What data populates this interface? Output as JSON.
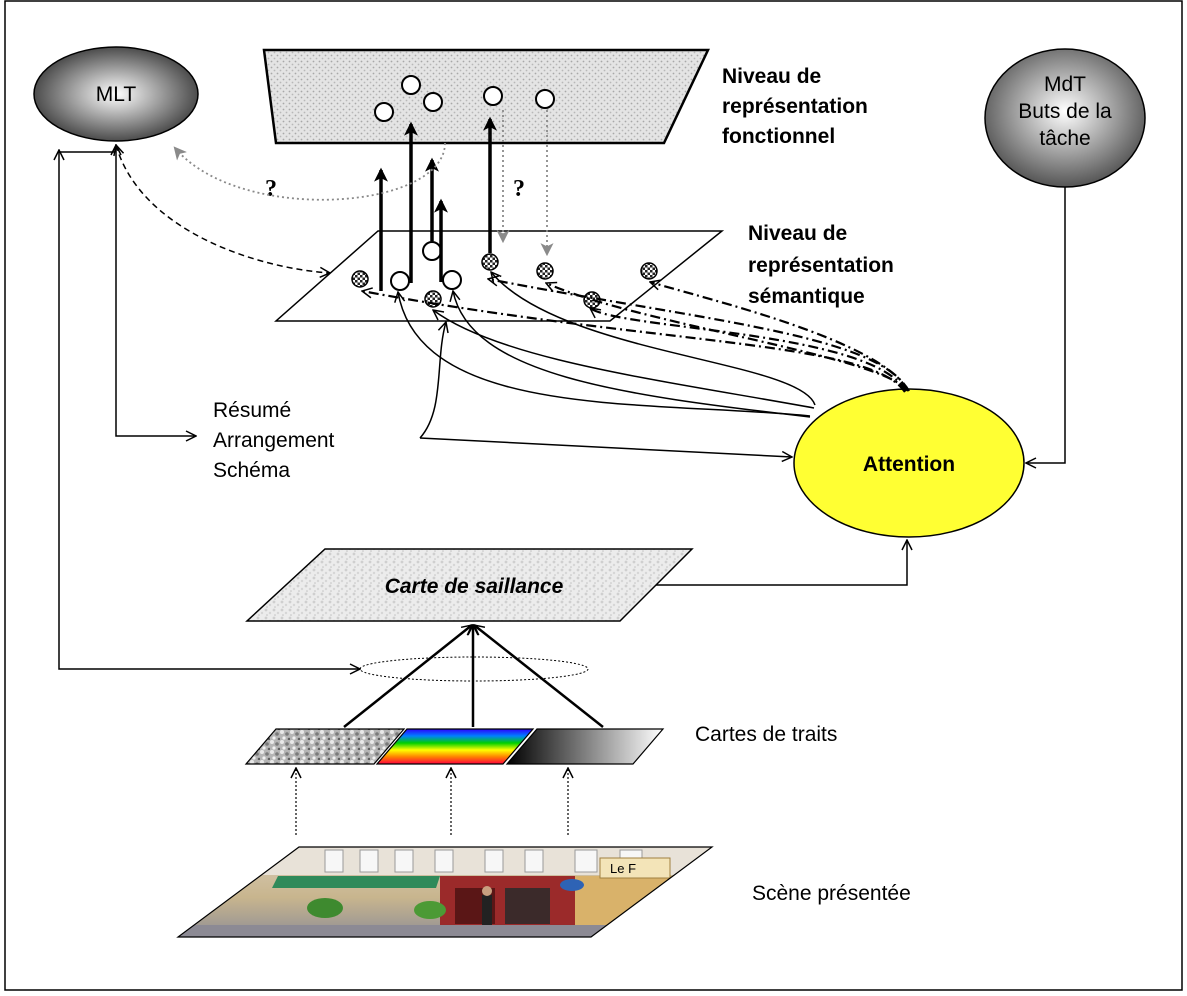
{
  "nodes": {
    "mlt": "MLT",
    "mdt_line1": "MdT",
    "mdt_line2": "Buts de la",
    "mdt_line3": "tâche",
    "attention": "Attention"
  },
  "levels": {
    "functional_line1": "Niveau de",
    "functional_line2": "représentation",
    "functional_line3": "fonctionnel",
    "semantic_line1": "Niveau de",
    "semantic_line2": "représentation",
    "semantic_line3": "sémantique",
    "saliency": "Carte de saillance",
    "features": "Cartes de traits",
    "scene": "Scène présentée"
  },
  "summary": {
    "line1": "Résumé",
    "line2": "Arrangement",
    "line3": "Schéma"
  },
  "question_marks": {
    "left": "?",
    "right": "?"
  },
  "scene_sign": "Le F",
  "colors": {
    "frame": "#000000",
    "mlt_gradient_outer": "#3f3f3f",
    "mlt_gradient_inner": "#ffffff",
    "attention_fill": "#ffff33",
    "functional_plane": "#dcdcdc",
    "saliency_plane": "#e6e6e6",
    "dotted_arrow": "#8a8a8a"
  }
}
